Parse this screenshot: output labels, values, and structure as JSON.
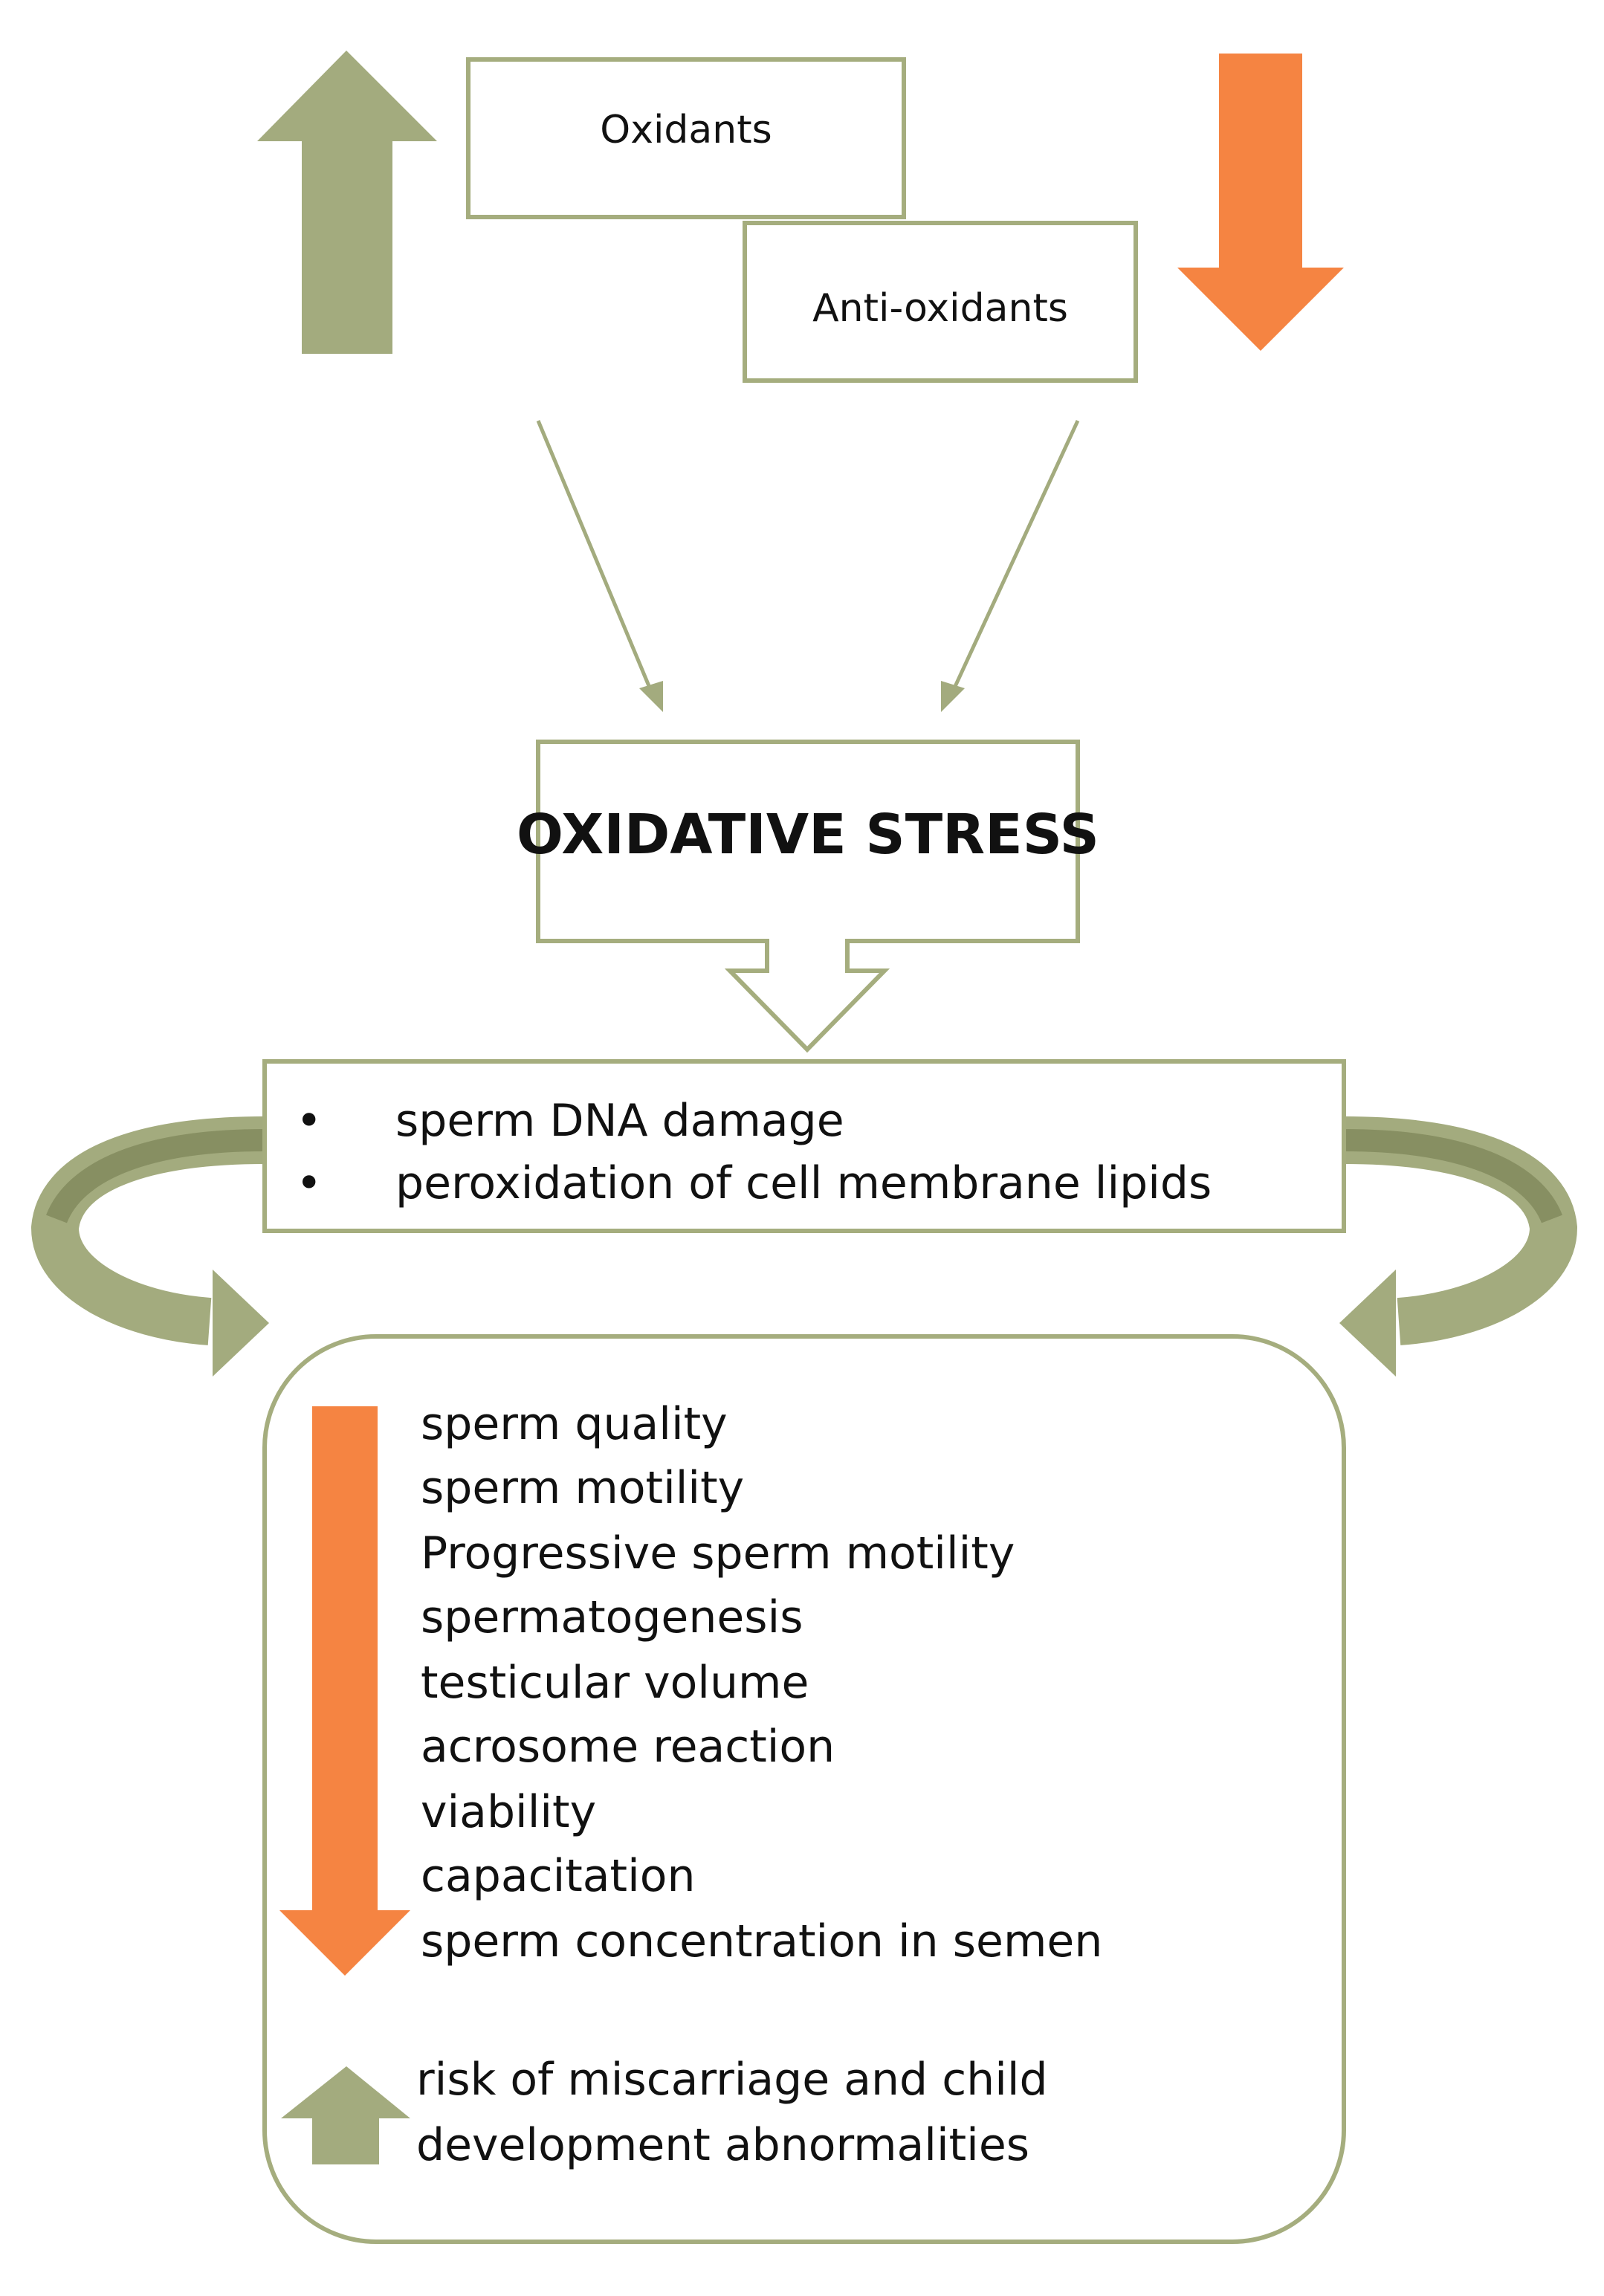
{
  "colors": {
    "green": "#a3ab7e",
    "green_dark": "#878f62",
    "orange": "#f58442",
    "box_stroke": "#a5ad7e",
    "text": "#111111"
  },
  "top": {
    "oxidants_label": "Oxidants",
    "antioxidants_label": "Anti-oxidants",
    "oxidants_trend": "increase",
    "antioxidants_trend": "decrease"
  },
  "center": {
    "title": "OXIDATIVE STRESS"
  },
  "damage": {
    "bullet": "•",
    "items": [
      "sperm DNA damage",
      "peroxidation of cell membrane lipids"
    ]
  },
  "effects": {
    "decreased_trend": "decrease",
    "decreased": [
      "sperm quality",
      "sperm motility",
      "Progressive sperm motility",
      "spermatogenesis",
      "testicular volume",
      "acrosome reaction",
      "viability",
      "capacitation",
      "sperm concentration in semen"
    ],
    "increased_trend": "increase",
    "increased": [
      "risk of miscarriage and child",
      "development abnormalities"
    ]
  }
}
